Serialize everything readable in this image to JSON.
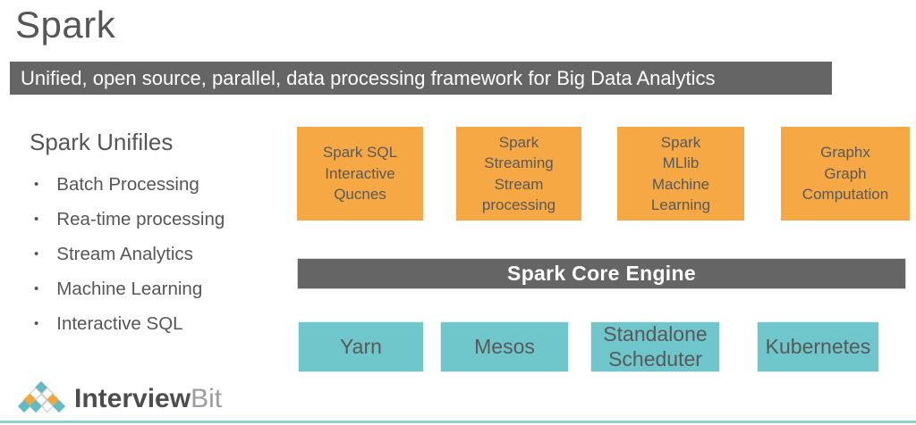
{
  "page": {
    "title": "Spark",
    "banner": "Unified, open source, parallel, data processing framework for Big Data Analytics"
  },
  "left_panel": {
    "heading": "Spark Unifiles",
    "bullet_glyph": "•",
    "items": [
      "Batch Processing",
      "Rea-time processing",
      "Stream Analytics",
      "Machine Learning",
      "Interactive SQL"
    ]
  },
  "components": [
    {
      "label": "Spark SQL\nInteractive\nQucnes"
    },
    {
      "label": "Spark\nStreaming\nStream\nprocessing"
    },
    {
      "label": "Spark\nMLlib\nMachine\nLearning"
    },
    {
      "label": "Graphx\nGraph\nComputation"
    }
  ],
  "core_engine": {
    "label": "Spark Core Engine"
  },
  "cluster_managers": [
    {
      "label": "Yarn"
    },
    {
      "label": "Mesos"
    },
    {
      "label": "Standalone\nScheduter"
    },
    {
      "label": "Kubernetes"
    }
  ],
  "logo": {
    "text_bold": "Interview",
    "text_light": "Bit"
  },
  "colors": {
    "component_orange": "#f5a843",
    "cluster_teal": "#6fc6cb",
    "bar_gray": "#656565",
    "text_gray": "#565656",
    "bottom_rule_teal": "#8ed0d5",
    "logo_teal": "#64bac2",
    "logo_orange": "#f0a63c"
  }
}
